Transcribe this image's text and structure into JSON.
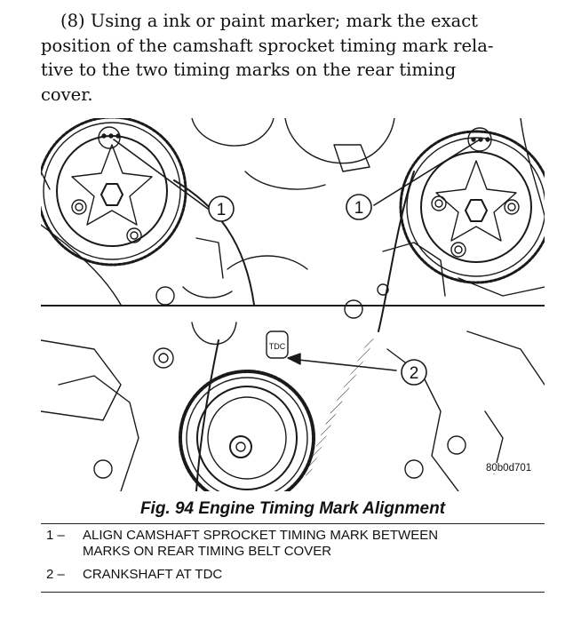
{
  "step": {
    "line1": "(8) Using a ink or paint marker; mark the exact",
    "line2": "position of the camshaft sprocket timing mark rela-",
    "line3": "tive to the two timing marks on the rear timing",
    "line4": "cover."
  },
  "figure": {
    "callouts": [
      "1",
      "1",
      "2"
    ],
    "tdc_label": "TDC",
    "code": "80b0d701"
  },
  "caption": "Fig. 94 Engine Timing Mark Alignment",
  "legend": [
    {
      "number": "1",
      "dash": "–",
      "line1": "ALIGN CAMSHAFT SPROCKET TIMING MARK BETWEEN",
      "line2": "MARKS ON REAR TIMING BELT COVER"
    },
    {
      "number": "2",
      "dash": "–",
      "line1": "CRANKSHAFT AT TDC"
    }
  ]
}
